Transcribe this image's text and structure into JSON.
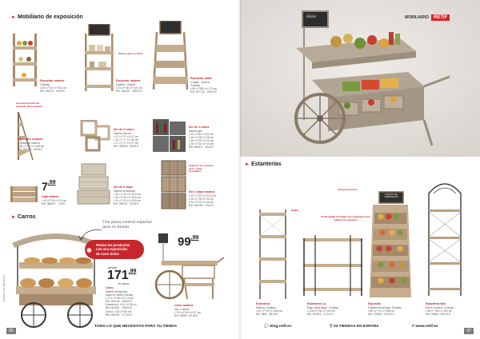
{
  "left": {
    "section_expo": "Mobiliario de exposición",
    "section_carros": "Carros",
    "page_number": "96",
    "footer": "TODO LO QUE NECESITAS PARA TU TIENDA",
    "vertical_text": "Mobiliario de exposición",
    "callout_pizarra": "Pizarra para escritura",
    "callout_esquina": "Aprovecha todas las\nesquinas de tu espacio",
    "callout_sujetar": "Sujeción de esquinas\nprof. y base\nde madera",
    "handwritten": "Una pieza central especial\npara tu tienda",
    "redbox": "Realza tus productos\ncon una exposición\nde carro único",
    "desde": "desde",
    "el_carro": "el carro",
    "p1": {
      "name": "Expositor madera",
      "lines": [
        "3 baldas",
        "L 35 x P 22 x H 101 cm",
        "Ref. 290791 · 60,00 €"
      ]
    },
    "p2": {
      "name": "Expositor madera",
      "lines": [
        "Estante + pizarra",
        "L 91 x P 56 x H 191 cm",
        "Ref. 480423 · 199,00 €"
      ]
    },
    "p3": {
      "name": "Expositor doble",
      "lines": [
        "4 cajas + pizarra",
        "2 baldas",
        "L 80 x P 85 x H 170 cm",
        "Ref. 517733 · 139,00 €"
      ]
    },
    "p4": {
      "name": "Expositor esquina",
      "lines": [
        "3 rejillas de madera",
        "L 35 x P 35 x H 145 cm",
        "Ref. 283736 · 95,00 €"
      ]
    },
    "p5": {
      "name": "Set de 3 cubos",
      "lines": [
        "Madera natural",
        "L 37 x P 17 x H 37 cm",
        "L 32 x P 17 x H 32 cm",
        "L 27 x P 17 x H 27 cm",
        "Ref. 406549 · 35,00 €"
      ]
    },
    "p6": {
      "name": "Set de 4 cubos",
      "lines": [
        "Madera gris",
        "L 40 x P 30 x H 20 cm",
        "L 35 x P 28 x H 18 cm",
        "L 30 x P 25 x H 16 cm",
        "L 25 x P 22 x H 14 cm",
        "Ref. 406571 · 55,00 €"
      ]
    },
    "p7": {
      "name": "Caja madera",
      "price_int": "7",
      "price_cents": "99",
      "lines": [
        "L 40 x P 30 x H 21 cm",
        "Ref. 386873 · 7,99 €"
      ]
    },
    "p8": {
      "name": "Set de 3 cajas",
      "lines": [
        "Madera envejecida",
        "L 40 x P 30 x H 19,5 cm",
        "L 36 x P 26 x H 16,5 cm",
        "L 32 x P 22 x H 13,5 cm",
        "Ref. 395231 · 29,00 €"
      ]
    },
    "p9": {
      "name": "Set 3 cajas madera",
      "lines": [
        "L 40 x P 30 x H 21,5 cm",
        "L 38 x P 28 x H 20 cm",
        "L 34 x P 25 x H 16 cm",
        "Ref. 490096 · 79,00 €"
      ]
    },
    "p10": {
      "name": "Carro",
      "price_int": "171",
      "price_cents": "99",
      "lines": [
        "Madera envejecida,",
        "patas en metal y ruedas",
        "L 172 x P 56 x H 174 cm",
        "Ref. 483145 · 308,00 €",
        "Estantería L 121 x H 35 cm",
        "Ref. 402851 · 198,00 €",
        "Techo L 135 x P 60 cm",
        "Ref. 484199 · 171,99 €"
      ]
    },
    "p11": {
      "name": "Carro madera",
      "price_int": "99",
      "price_cents": "99",
      "lines": [
        "con 2 ruedas",
        "L 131 x P 60 x H 97 cm",
        "Ref. 49880 · 99,99 €"
      ]
    }
  },
  "right": {
    "brand": "MOBILIARIO",
    "brand_logo": "RETIF",
    "section_estanterias": "Estanterías",
    "page_number": "97",
    "chalk_sign": "Hola",
    "blog": "blog.retif.es",
    "tiendas": "33 TIENDAS EN ESPAÑA",
    "web": "www.retif.es",
    "crate_label": "FRUTAS DE TEMPORADA",
    "callout_rejilla": "Rejilla",
    "callout_baldas": "Profundidad de baldas personalizable para\nadaptar los espacios",
    "callout_pizarra": "Incluye la pizarra",
    "s1": {
      "name": "Estantería",
      "lines": [
        "Madera, 4 baldas",
        "L 52 x P 33 x H 165 cm",
        "Ref. 3892 · 98,00 €"
      ]
    },
    "s2": {
      "name": "Estantería 4 p",
      "lines": [
        "Baja, metal negro, 2 baldas",
        "L 128 x P 56 x H 100 cm",
        "Ref. 402921 · 172,00 €"
      ]
    },
    "s3": {
      "name": "Expositor",
      "lines": [
        "Estantería inclinada, 5 baldas",
        "L 80 x P 74 x H 188 cm",
        "Ref. 479815 · 370,00 €"
      ]
    },
    "s4": {
      "name": "Estantería alta",
      "lines": [
        "Hierro, madera, 4 baldas",
        "L 66 x P 38 x H 180 cm",
        "Ref. 49886 · 189,00 €"
      ]
    }
  }
}
